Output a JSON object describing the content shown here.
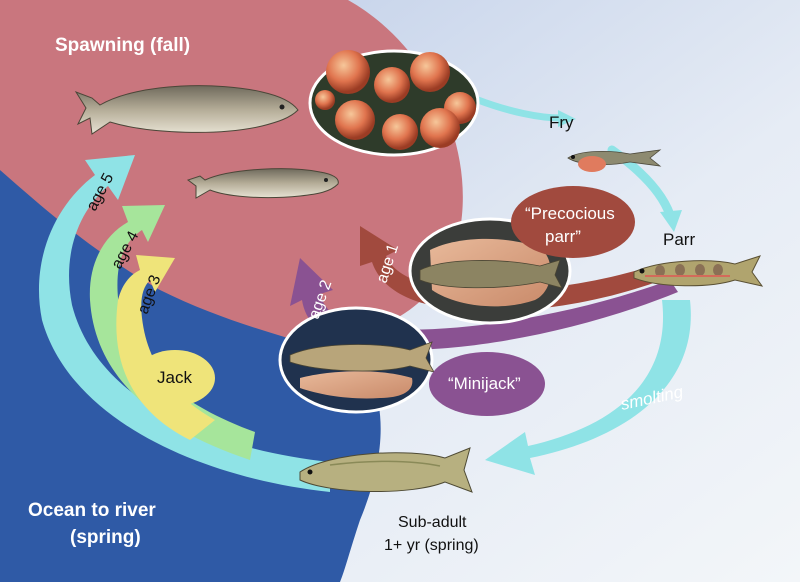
{
  "regions": {
    "spawning": "Spawning (fall)",
    "ocean_line1": "Ocean to river",
    "ocean_line2": "(spring)"
  },
  "stages": {
    "fry": "Fry",
    "parr": "Parr",
    "smolting": "smolting",
    "subadult_line1": "Sub-adult",
    "subadult_line2": "1+ yr (spring)"
  },
  "pathways": {
    "age5": "age 5",
    "age4": "age 4",
    "age3": "age 3",
    "jack": "Jack",
    "age2": "age 2",
    "age1": "age 1",
    "minijack": "“Minijack”",
    "precocious_line1": "“Precocious",
    "precocious_line2": "parr”"
  },
  "colors": {
    "spawning_region": "#c9767e",
    "ocean_region": "#2f5aa6",
    "background_light": "#dfe8f4",
    "age5_arrow": "#8fe3e6",
    "age4_arrow": "#a6e59b",
    "age3_arrow": "#efe47a",
    "age2_arrow": "#8a5292",
    "age1_arrow": "#a14a3e",
    "smolting_arrow": "#8fe3e6"
  },
  "images": [
    "salmon-eggs",
    "adult-salmon-large",
    "adult-salmon-small",
    "fry-fish",
    "parr-fish",
    "parr-in-hand-photo",
    "minijack-in-hand-photo",
    "subadult-fish"
  ]
}
